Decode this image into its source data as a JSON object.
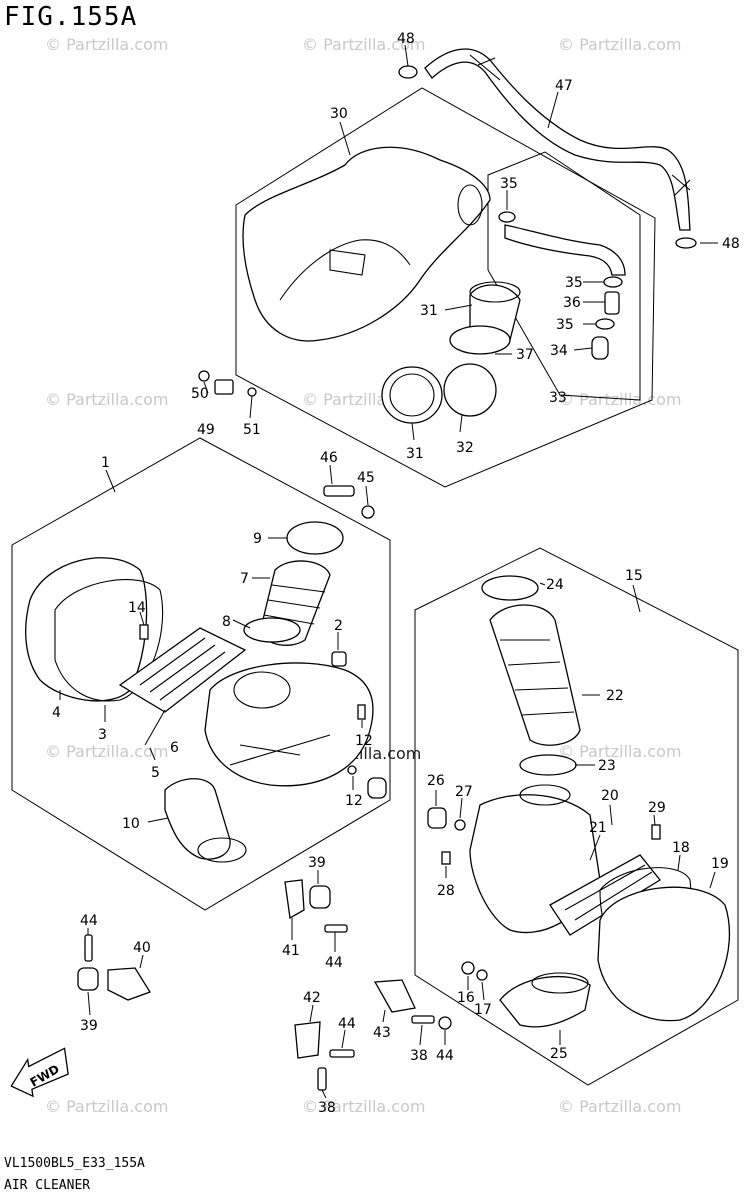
{
  "header": {
    "figure": "FIG.155A"
  },
  "footer": {
    "code": "VL1500BL5_E33_155A",
    "caption": "AIR CLEANER"
  },
  "watermark": {
    "text": "© Partzilla.com",
    "center_text": "©Partzilla.com"
  },
  "callouts": {
    "c1": "1",
    "c2": "2",
    "c3": "3",
    "c4": "4",
    "c5": "5",
    "c6": "6",
    "c7": "7",
    "c8": "8",
    "c9": "9",
    "c10": "10",
    "c12a": "12",
    "c12b": "12",
    "c14": "14",
    "c15": "15",
    "c16": "16",
    "c17": "17",
    "c18": "18",
    "c19": "19",
    "c20": "20",
    "c21": "21",
    "c22": "22",
    "c23": "23",
    "c24": "24",
    "c25": "25",
    "c26": "26",
    "c27": "27",
    "c28": "28",
    "c29": "29",
    "c30": "30",
    "c31a": "31",
    "c31b": "31",
    "c32": "32",
    "c33": "33",
    "c34": "34",
    "c35a": "35",
    "c35b": "35",
    "c35c": "35",
    "c36": "36",
    "c37": "37",
    "c38a": "38",
    "c38b": "38",
    "c39a": "39",
    "c39b": "39",
    "c40": "40",
    "c41": "41",
    "c42": "42",
    "c43": "43",
    "c44a": "44",
    "c44b": "44",
    "c44c": "44",
    "c44d": "44",
    "c45": "45",
    "c46": "46",
    "c47": "47",
    "c48a": "48",
    "c48b": "48",
    "c49": "49",
    "c50": "50",
    "c51": "51"
  },
  "fwd_label": "FWD"
}
